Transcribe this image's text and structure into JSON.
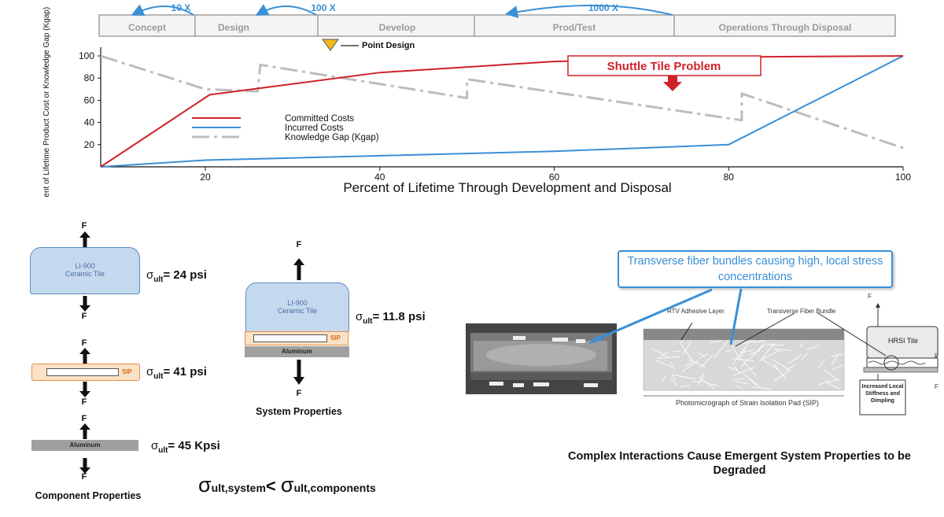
{
  "phases": {
    "items": [
      "Concept",
      "Design",
      "Develop",
      "Prod/Test",
      "Operations Through Disposal"
    ],
    "multipliers": [
      "10 X",
      "100 X",
      "1000 X"
    ],
    "point_design_label": "Point Design"
  },
  "chart_data": {
    "type": "line",
    "xlabel": "Percent of Lifetime Through Development and Disposal",
    "ylabel": "Percent of Lifetime Product Cost or Knowledge Gap (Kgap)",
    "xlim": [
      8,
      100
    ],
    "ylim": [
      0,
      105
    ],
    "x_ticks": [
      20,
      40,
      60,
      80,
      100
    ],
    "y_ticks": [
      20,
      40,
      60,
      80,
      100
    ],
    "legend_position": "left",
    "series": [
      {
        "name": "Committed Costs",
        "color": "#d0212a",
        "x": [
          8,
          20.5,
          40,
          60,
          80,
          100
        ],
        "y": [
          0,
          65,
          85,
          95,
          99,
          100
        ]
      },
      {
        "name": "Incurred Costs",
        "color": "#3a8fd6",
        "x": [
          8,
          20,
          40,
          60,
          80,
          100
        ],
        "y": [
          0,
          6,
          10,
          14,
          20,
          100
        ]
      },
      {
        "name": "Knowledge Gap (Kgap)",
        "color": "#bdbdbd",
        "x": [
          8,
          20,
          26,
          26.3,
          50,
          50,
          81.5,
          81.5,
          100
        ],
        "y": [
          100,
          70,
          68,
          92,
          62,
          79,
          42,
          66,
          17
        ]
      }
    ],
    "annotation": "Shuttle Tile Problem"
  },
  "components": {
    "force": "F",
    "tile_line1": "LI-900",
    "tile_line2": "Ceramic Tile",
    "sip": "SIP",
    "aluminum": "Aluminum",
    "sigma": "σ",
    "ult": "ult",
    "tile_value": "= 24 psi",
    "sip_value": "= 41 psi",
    "al_value": "= 45 Kpsi",
    "system_value": "= 11.8 psi",
    "component_caption": "Component Properties",
    "system_caption": "System Properties",
    "ineq_left": "ult,system",
    "ineq_right": "ult,components"
  },
  "micro": {
    "callout": "Transverse fiber bundles causing high, local stress concentrations",
    "rtv_label": "RTV Adhesive Layer",
    "fiber_label": "Transverse Fiber Bundle",
    "hrsi_label": "HRSI Tile",
    "local_label": "Increased Local Stiffness and Dimpling",
    "photo_caption": "Photomicrograph of Strain Isolation Pad (SIP)",
    "force": "F",
    "conclusion": "Complex Interactions Cause Emergent System Properties to be Degraded"
  }
}
